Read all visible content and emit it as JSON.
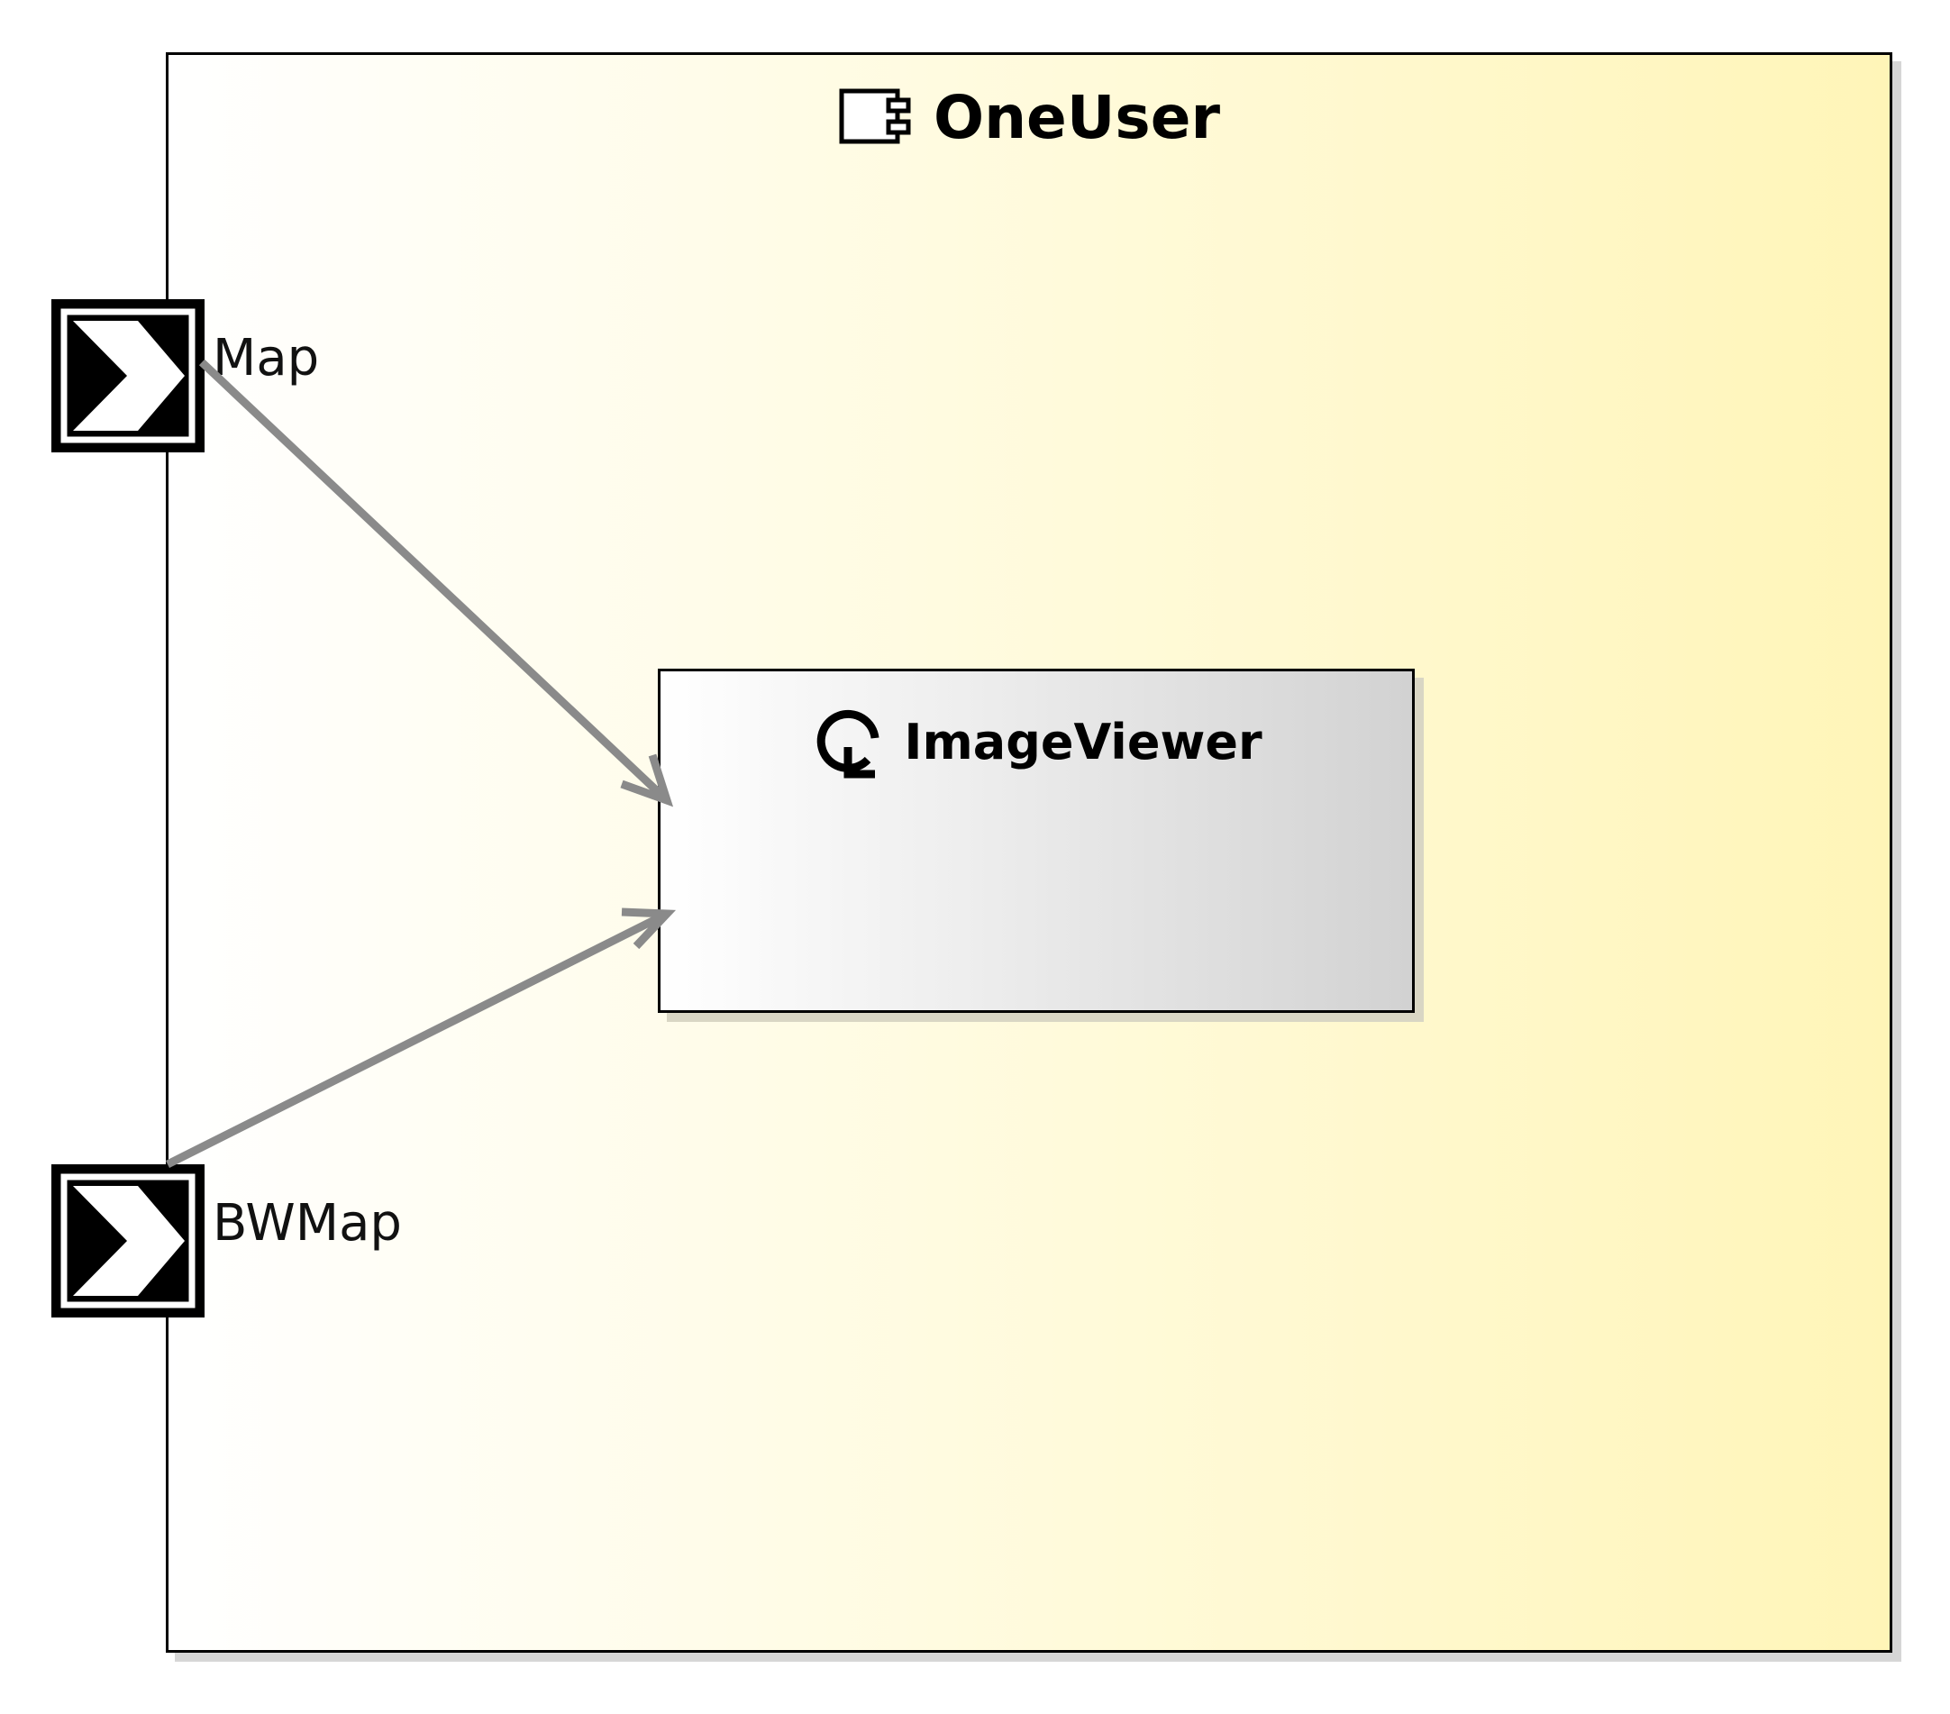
{
  "component": {
    "name": "OneUser",
    "icon": "component-icon"
  },
  "part": {
    "name": "ImageViewer",
    "icon": "refresh-icon"
  },
  "ports": [
    {
      "name": "Map",
      "direction": "in"
    },
    {
      "name": "BWMap",
      "direction": "in"
    }
  ],
  "connectors": [
    {
      "from": "Map",
      "to": "ImageViewer"
    },
    {
      "from": "BWMap",
      "to": "ImageViewer"
    }
  ],
  "colors": {
    "component_gradient_end": "#fff5b8",
    "part_gradient_end": "#d2d2d2",
    "connector": "#8a8a8a"
  }
}
